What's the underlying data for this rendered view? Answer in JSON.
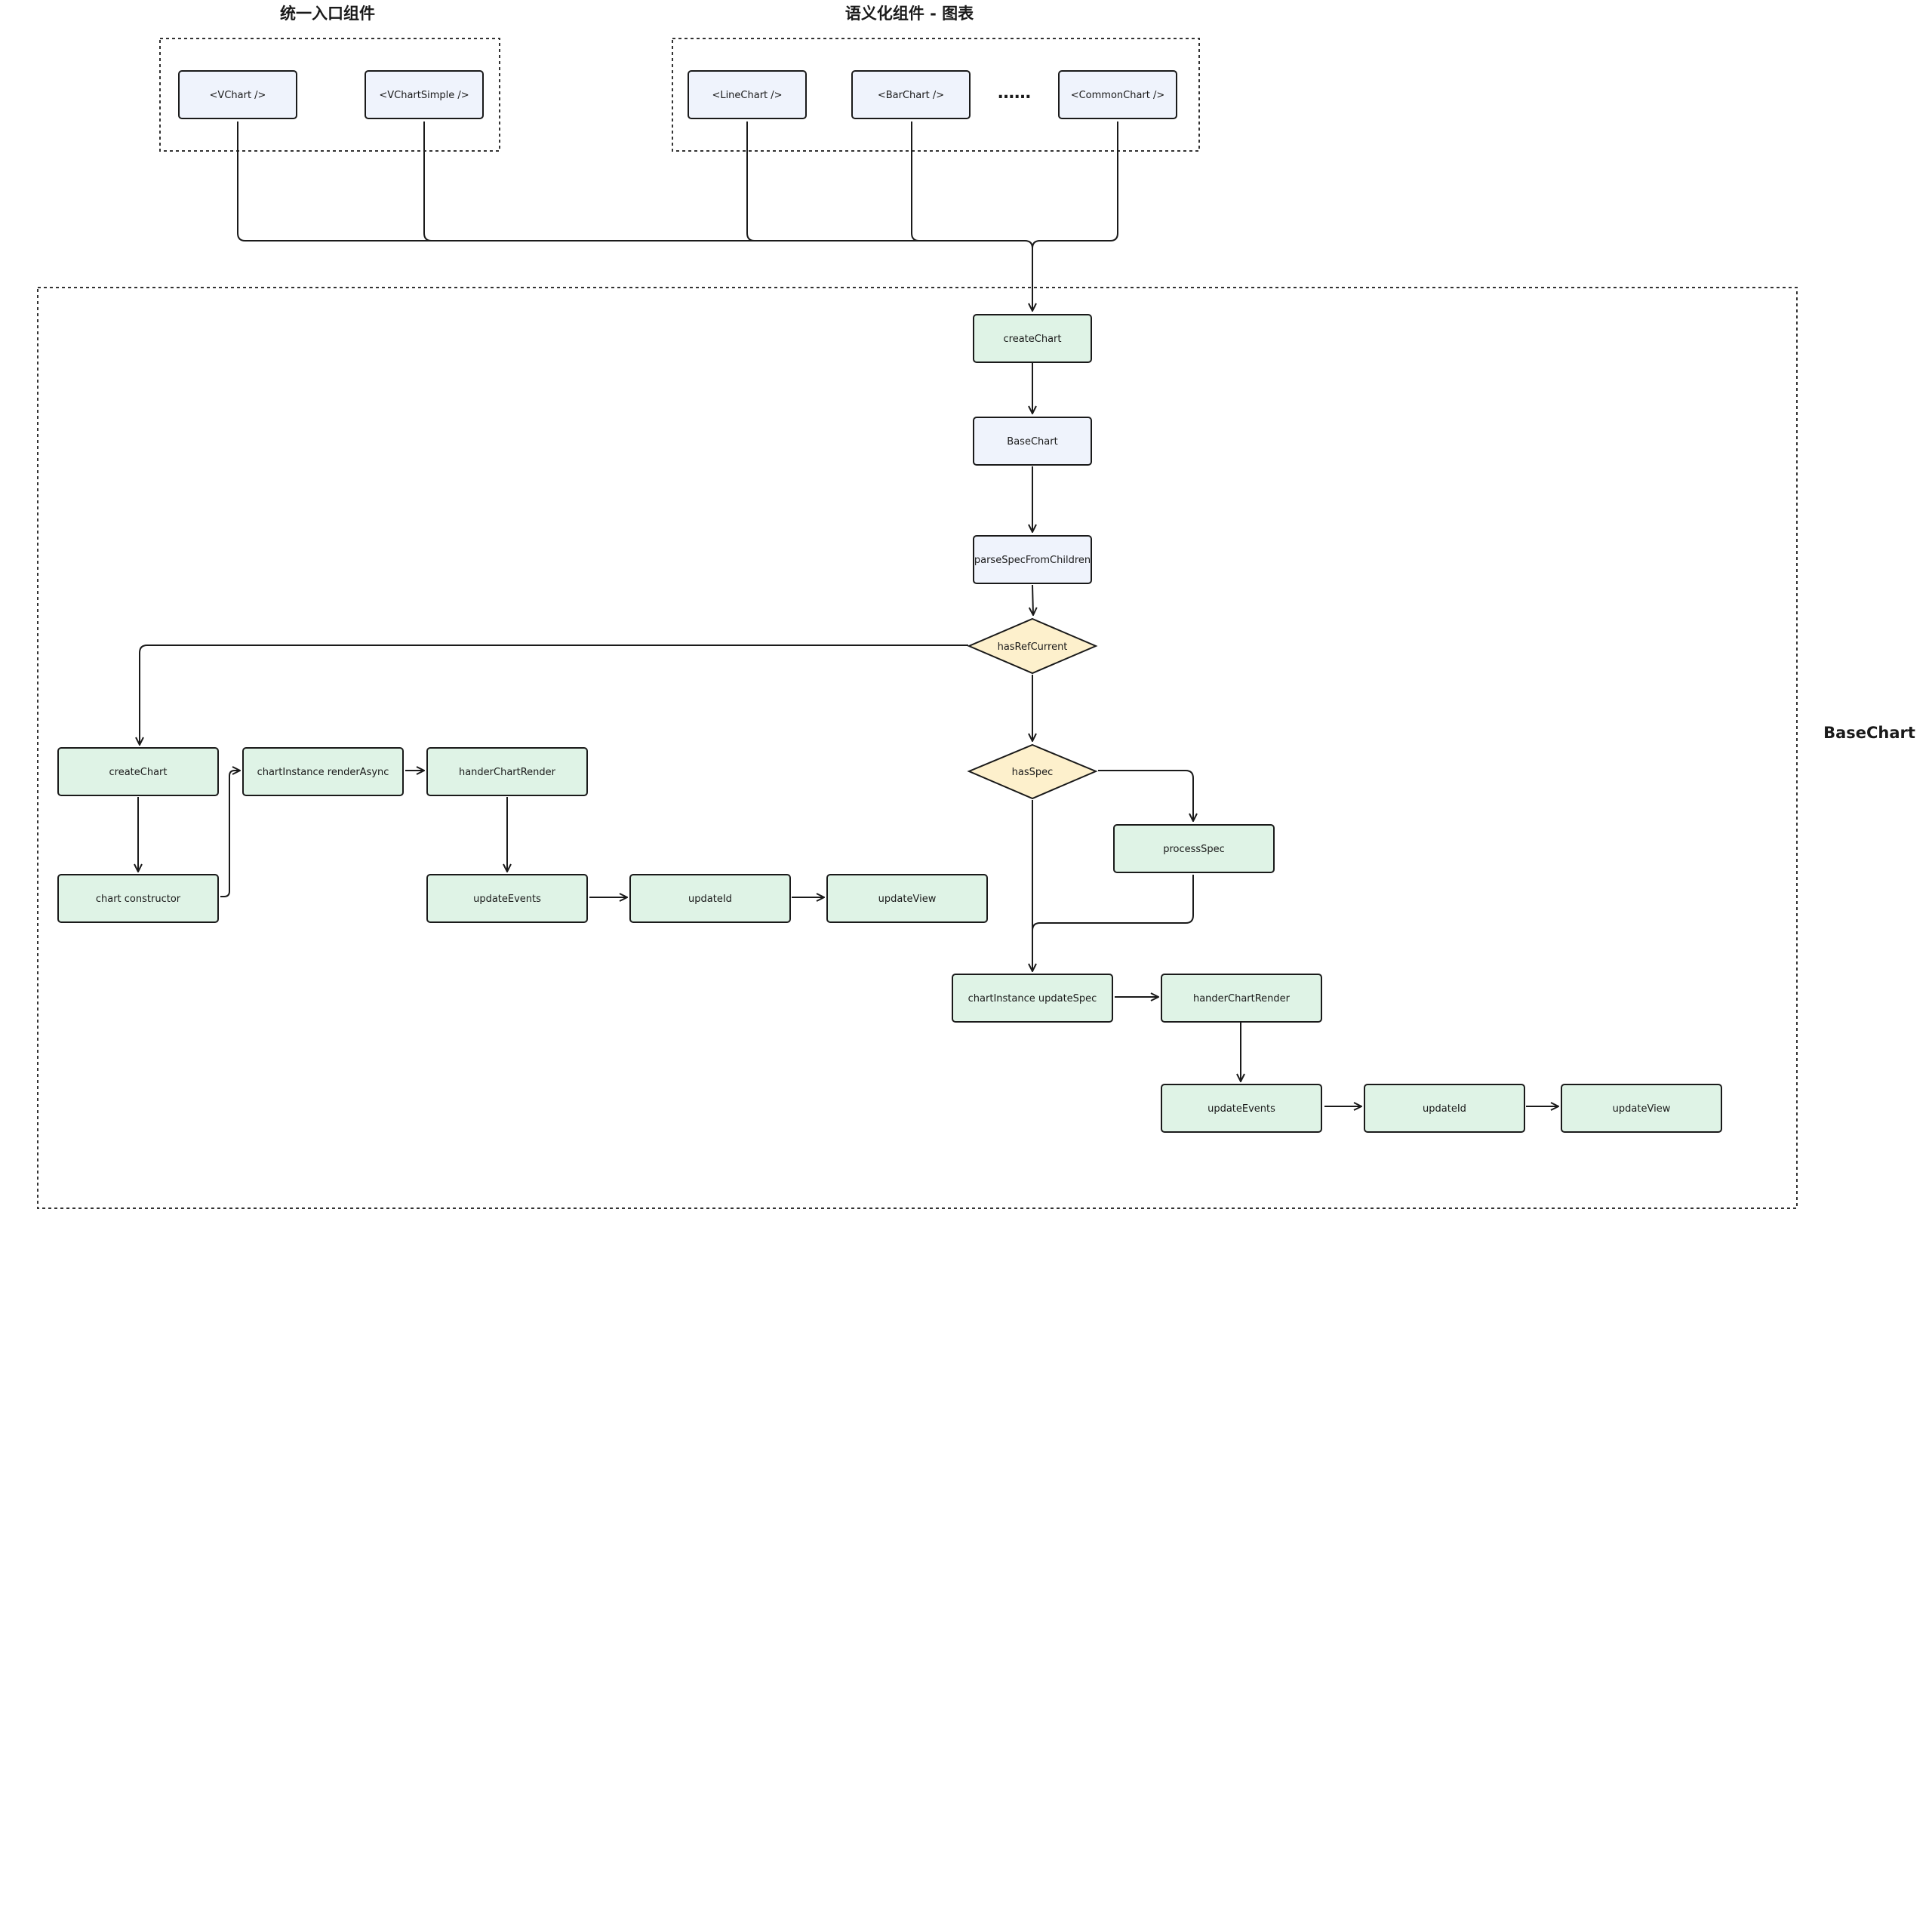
{
  "groups": {
    "unified_entry": {
      "title": "统一入口组件"
    },
    "semantic_charts": {
      "title": "语义化组件 - 图表"
    },
    "basechart": {
      "title": "BaseChart"
    }
  },
  "nodes": {
    "vchart": "<VChart />",
    "vchart_simple": "<VChartSimple />",
    "line_chart": "<LineChart />",
    "bar_chart": "<BarChart />",
    "ellipsis": "……",
    "common_chart": "<CommonChart />",
    "create_chart_top": "createChart",
    "base_chart": "BaseChart",
    "parse_spec": "parseSpecFromChildren",
    "has_ref_current": "hasRefCurrent",
    "has_spec": "hasSpec",
    "create_chart_left": "createChart",
    "render_async": "chartInstance renderAsync",
    "hander_render_left": "handerChartRender",
    "chart_constructor": "chart constructor",
    "update_events_left": "updateEvents",
    "update_id_left": "updateId",
    "update_view_left": "updateView",
    "process_spec": "processSpec",
    "update_spec": "chartInstance updateSpec",
    "hander_render_right": "handerChartRender",
    "update_events_right": "updateEvents",
    "update_id_right": "updateId",
    "update_view_right": "updateView"
  },
  "colors": {
    "blue_fill": "#eff3fc",
    "green_fill": "#dff3e6",
    "yellow_fill": "#fdf0cc",
    "line": "#1a1a1a"
  }
}
